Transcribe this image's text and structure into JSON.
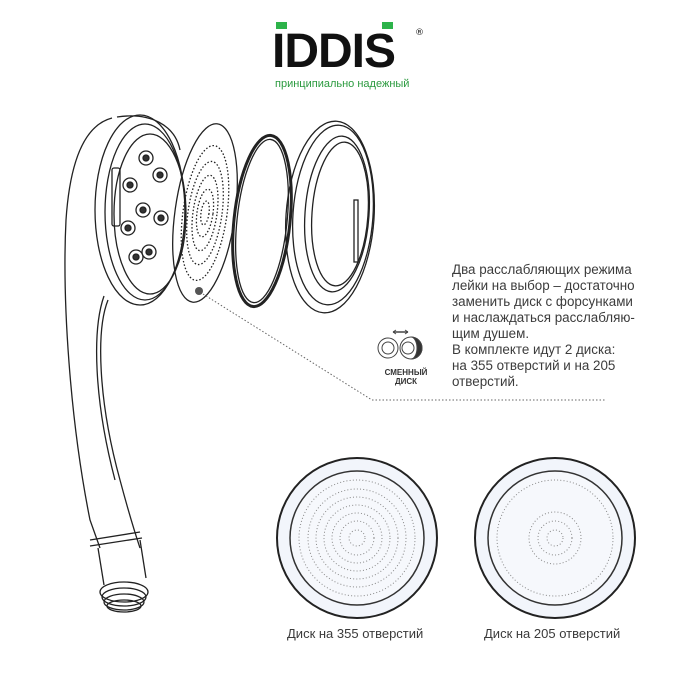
{
  "brand": {
    "name": "IDDIS",
    "registered_mark": "®",
    "tagline": "принципиально надежный",
    "accent_color": "#2db34a",
    "text_color": "#111111"
  },
  "description": {
    "lines": [
      "Два расслабляющих режима",
      "лейки на выбор – достаточно",
      "заменить диск с форсунками",
      "и наслаждаться расслабляю-",
      "щим душем.",
      "В комплекте идут 2 диска:",
      "на 355 отверстий и на 205",
      "отверстий."
    ]
  },
  "badge": {
    "icon": "swap-disc-icon",
    "label_line1": "СМЕННЫЙ",
    "label_line2": "ДИСК"
  },
  "illustration": {
    "parts": [
      "shower-handle",
      "nozzle-plate",
      "spray-disc",
      "o-ring",
      "retaining-ring"
    ]
  },
  "discs": [
    {
      "caption": "Диск на 355 отверстий",
      "holes": 355
    },
    {
      "caption": "Диск на 205 отверстий",
      "holes": 205
    }
  ]
}
